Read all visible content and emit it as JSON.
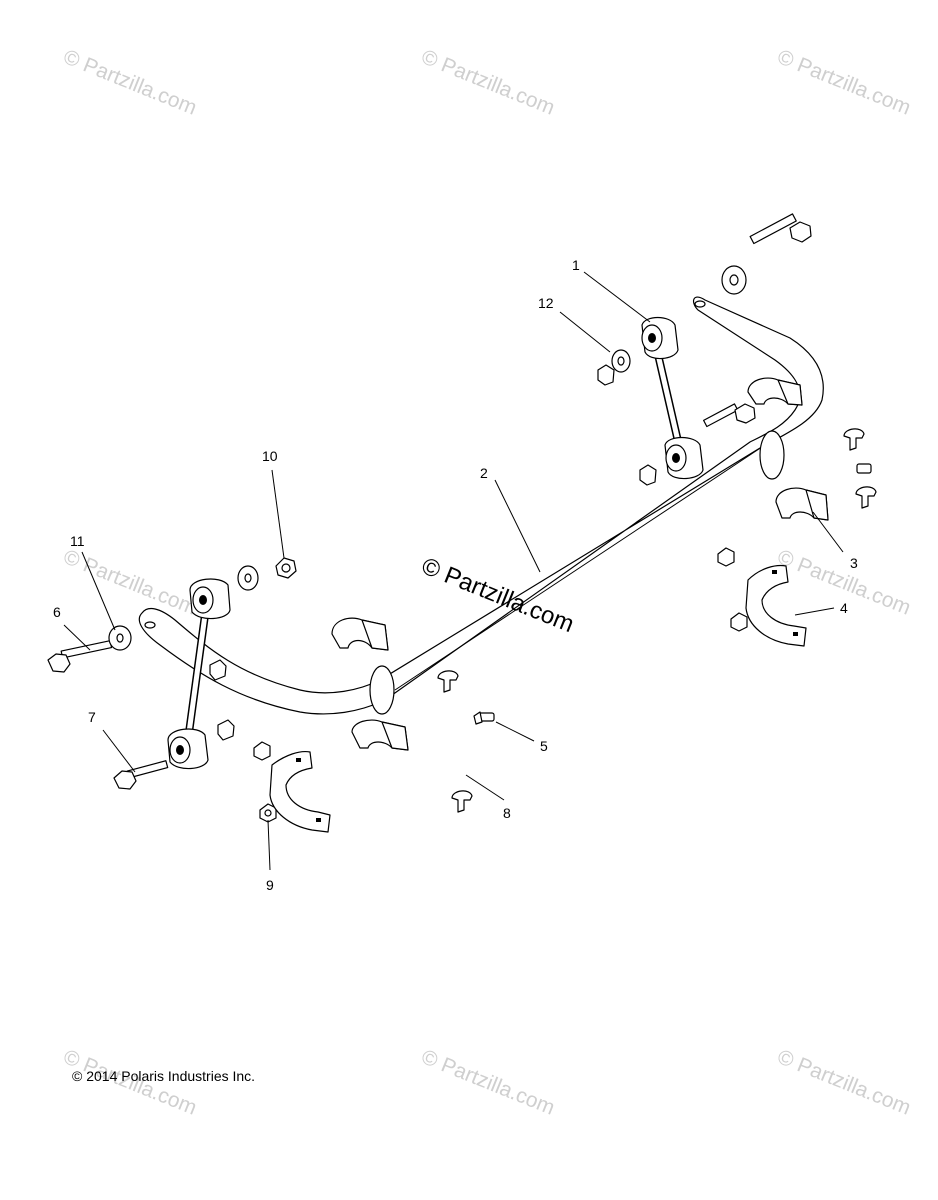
{
  "watermark": {
    "text": "© Partzilla.com",
    "center_text": "© Partzilla.com"
  },
  "copyright": "© 2014 Polaris Industries Inc.",
  "callouts": [
    {
      "id": "callout-1",
      "label": "1"
    },
    {
      "id": "callout-2",
      "label": "2"
    },
    {
      "id": "callout-3",
      "label": "3"
    },
    {
      "id": "callout-4",
      "label": "4"
    },
    {
      "id": "callout-5",
      "label": "5"
    },
    {
      "id": "callout-6",
      "label": "6"
    },
    {
      "id": "callout-7",
      "label": "7"
    },
    {
      "id": "callout-8",
      "label": "8"
    },
    {
      "id": "callout-9",
      "label": "9"
    },
    {
      "id": "callout-10",
      "label": "10"
    },
    {
      "id": "callout-11",
      "label": "11"
    },
    {
      "id": "callout-12",
      "label": "12"
    }
  ]
}
